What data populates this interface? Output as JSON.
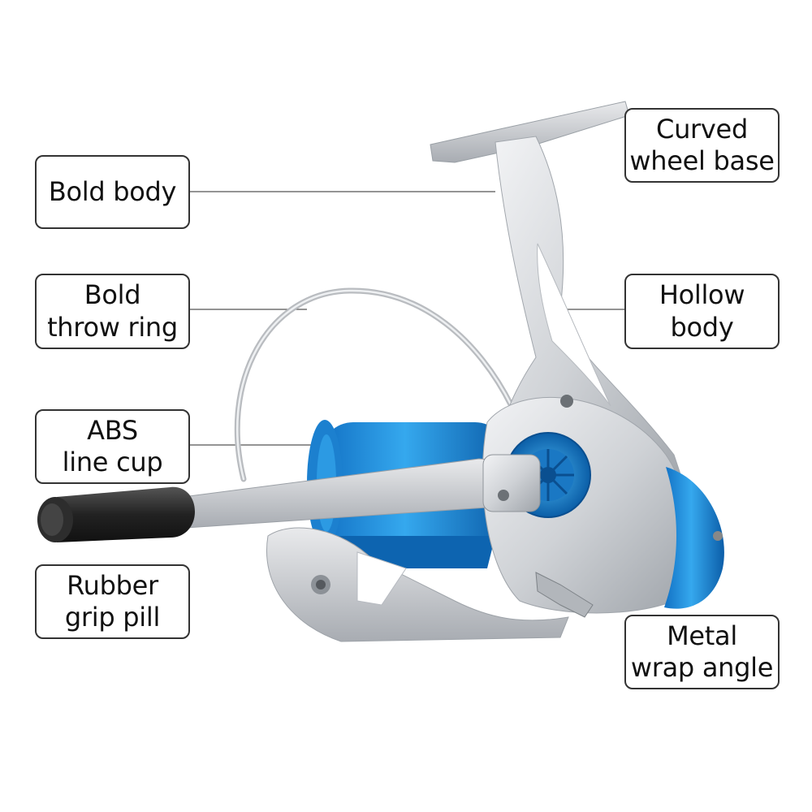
{
  "callouts": {
    "bold_body": "Bold body",
    "bold_throw_ring": "Bold\nthrow ring",
    "abs_line_cup": "ABS\nline cup",
    "rubber_grip_pill": "Rubber\ngrip pill",
    "curved_wheel_base": "Curved\nwheel base",
    "hollow_body": "Hollow\nbody",
    "metal_wrap_angle": "Metal\nwrap angle"
  },
  "colors": {
    "silver": "#d9dbde",
    "blue": "#1f8fd8",
    "dark_blue": "#0b5fa8",
    "grip": "#2b2b2b"
  },
  "icons": {
    "product": "spinning-fishing-reel"
  }
}
